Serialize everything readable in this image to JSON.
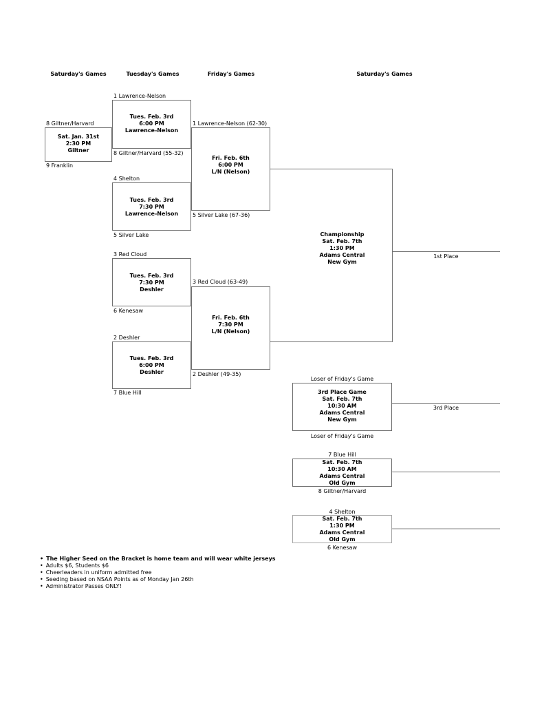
{
  "headers": {
    "col1": "Saturday's Games",
    "col2": "Tuesday's Games",
    "col3": "Friday's Games",
    "col4": "Saturday's Games"
  },
  "bracket": {
    "playin": {
      "top_team": "8 Giltner/Harvard",
      "bottom_team": "9 Franklin",
      "details": [
        "Sat. Jan. 31st",
        "2:30 PM",
        "Giltner"
      ]
    },
    "tue1": {
      "top_team": "1 Lawrence-Nelson",
      "bottom_team": "8 Giltner/Harvard (55-32)",
      "details": [
        "Tues. Feb. 3rd",
        "6:00 PM",
        "Lawrence-Nelson"
      ]
    },
    "tue2": {
      "top_team": "4 Shelton",
      "bottom_team": "5 Silver Lake",
      "details": [
        "Tues. Feb. 3rd",
        "7:30 PM",
        "Lawrence-Nelson"
      ]
    },
    "tue3": {
      "top_team": "3 Red Cloud",
      "bottom_team": "6 Kenesaw",
      "details": [
        "Tues. Feb. 3rd",
        "7:30 PM",
        "Deshler"
      ]
    },
    "tue4": {
      "top_team": "2 Deshler",
      "bottom_team": "7 Blue Hill",
      "details": [
        "Tues. Feb. 3rd",
        "6:00 PM",
        "Deshler"
      ]
    },
    "fri1": {
      "top_team": "1 Lawrence-Nelson (62-30)",
      "bottom_team": "5 Silver Lake (67-36)",
      "details": [
        "Fri. Feb. 6th",
        "6:00 PM",
        "L/N (Nelson)"
      ]
    },
    "fri2": {
      "top_team": "3 Red Cloud (63-49)",
      "bottom_team": "2 Deshler (49-35)",
      "details": [
        "Fri. Feb. 6th",
        "7:30 PM",
        "L/N (Nelson)"
      ]
    },
    "championship": {
      "details": [
        "Championship",
        "Sat. Feb. 7th",
        "1:30 PM",
        "Adams Central",
        "New Gym"
      ],
      "result_label": "1st Place"
    },
    "third_place": {
      "top_team": "Loser of Friday's Game",
      "bottom_team": "Loser of Friday's Game",
      "details": [
        "3rd Place Game",
        "Sat. Feb. 7th",
        "10:30 AM",
        "Adams Central",
        "New Gym"
      ],
      "result_label": "3rd Place"
    },
    "consolation1": {
      "top_team": "7 Blue Hill",
      "bottom_team": "8 Giltner/Harvard",
      "details": [
        "Sat. Feb. 7th",
        "10:30 AM",
        "Adams Central",
        "Old Gym"
      ]
    },
    "consolation2": {
      "top_team": "4 Shelton",
      "bottom_team": "6 Kenesaw",
      "details": [
        "Sat. Feb. 7th",
        "1:30 PM",
        "Adams Central",
        "Old Gym"
      ]
    }
  },
  "notes": {
    "bullet": "•",
    "items": [
      "The Higher Seed on the Bracket is home team and will wear white jerseys",
      "Adults $6, Students $6",
      "Cheerleaders in uniform admitted free",
      "Seeding based on NSAA Points as of Monday Jan 26th",
      "Administrator Passes ONLY!"
    ]
  },
  "colors": {
    "line": "#707070",
    "light_line": "#c2c2c2",
    "text": "#000000",
    "background": "#ffffff"
  }
}
